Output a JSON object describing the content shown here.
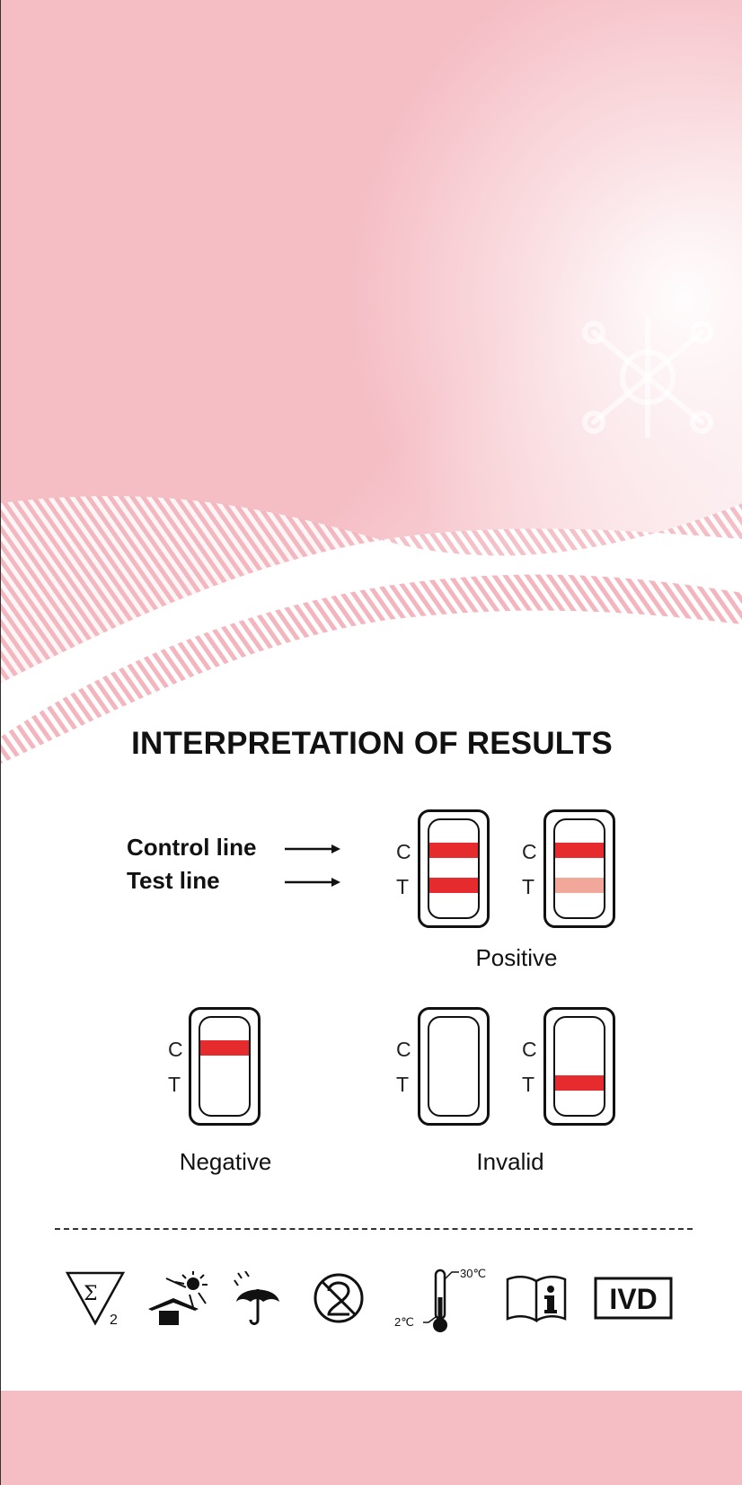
{
  "title": "INTERPRETATION OF RESULTS",
  "legend": {
    "control_label": "Control line",
    "test_label": "Test line"
  },
  "line_marks": {
    "c": "C",
    "t": "T"
  },
  "results": {
    "positive": "Positive",
    "negative": "Negative",
    "invalid": "Invalid"
  },
  "symbols": {
    "sigma_subscript": "2",
    "temp_high": "30℃",
    "temp_low": "2℃",
    "ivd": "IVD"
  },
  "colors": {
    "strong_band": "#e62b2e",
    "weak_band": "#f1a79a",
    "header_pink": "#f5bec5"
  }
}
